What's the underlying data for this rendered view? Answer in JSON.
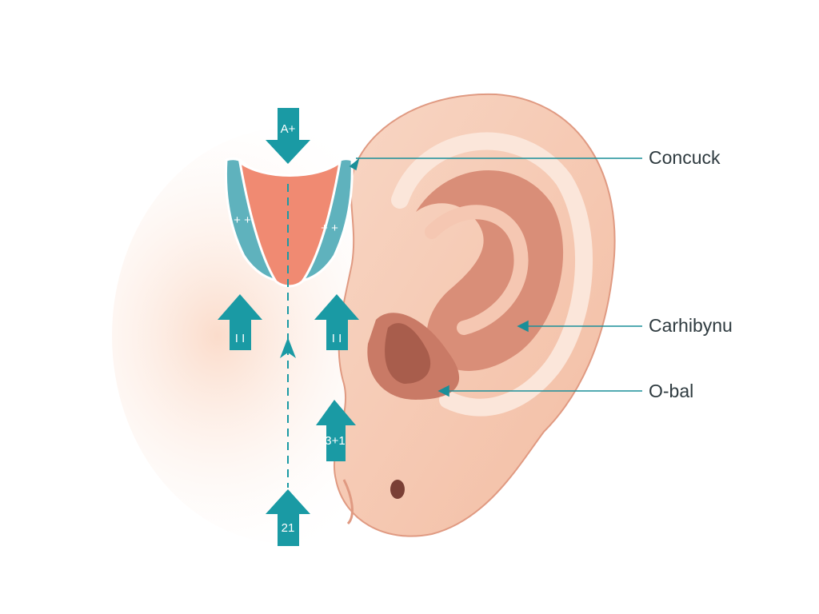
{
  "labels": {
    "top": "Concuck",
    "middle": "Carhibynu",
    "bottom": "O-bal"
  },
  "arrows": {
    "top_down": "A+",
    "left_up": "I I",
    "right_up": "I I",
    "lobe_up": "3+1",
    "bottom_up": "21",
    "cart_left": "+ +",
    "cart_right": "+ +"
  },
  "colors": {
    "teal": "#1a9aa4",
    "skin": "#f6cbb5",
    "cartilage": "#f08a72",
    "cartilage_side": "#5fb2bd"
  }
}
